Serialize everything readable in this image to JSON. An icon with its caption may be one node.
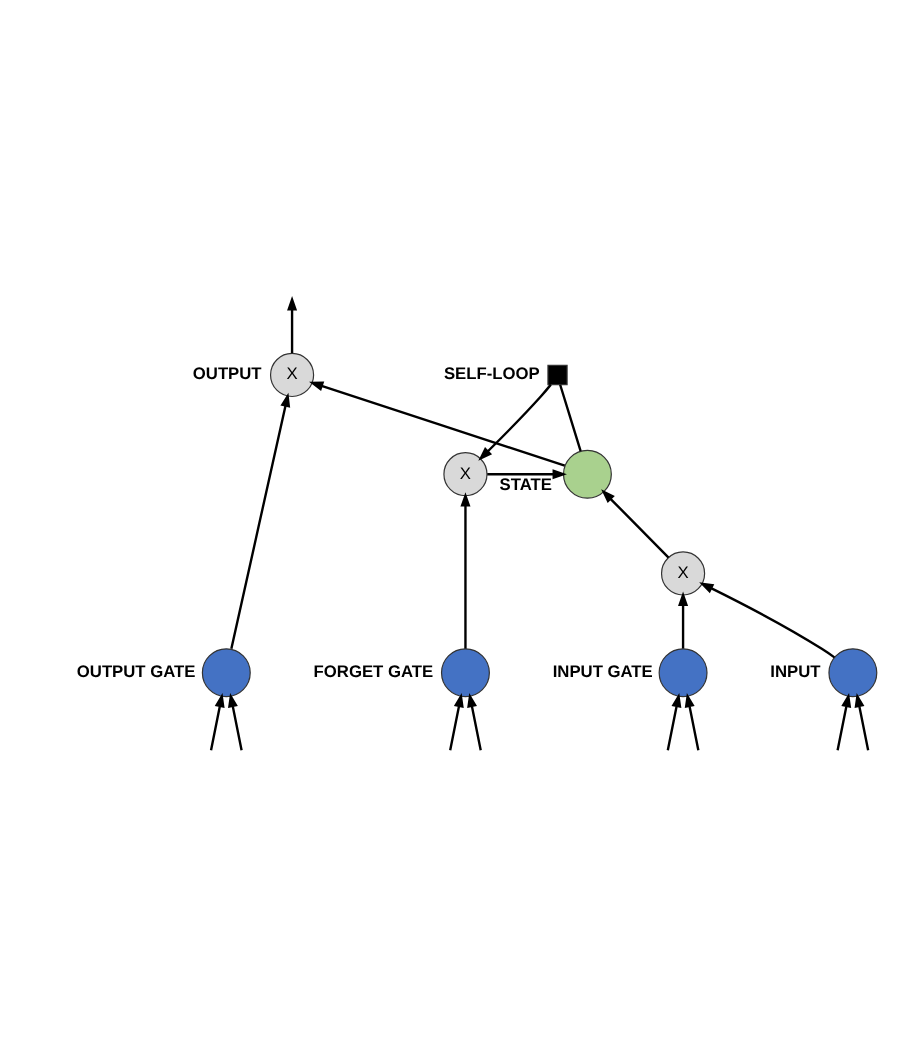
{
  "diagram": {
    "nodes": [
      {
        "text": [
          "X"
        ],
        "beside": [
          "OUTPUT"
        ]
      },
      {
        "text": [],
        "shape": "box",
        "beside": [
          "SELF-LOOP"
        ]
      },
      {
        "text": [
          "X"
        ]
      },
      {
        "text": [],
        "shape": "circle"
      },
      {
        "text": [
          "X"
        ]
      },
      {
        "text": [],
        "shape": "circle",
        "beside": [
          "OUTPUT GATE"
        ]
      },
      {
        "text": [],
        "shape": "circle",
        "beside": [
          "FORGET GATE"
        ]
      },
      {
        "text": [],
        "shape": "circle",
        "beside": [
          "INPUT GATE"
        ]
      },
      {
        "text": [],
        "shape": "circle",
        "beside": [
          "INPUT"
        ]
      }
    ],
    "edges": [
      {
        "from": 5,
        "to": 0,
        "arrow": "to"
      },
      {
        "from": 6,
        "to": 2,
        "arrow": "to"
      },
      {
        "from": 7,
        "to": 4,
        "arrow": "to"
      },
      {
        "from": 8,
        "to": 4,
        "arrow": "to"
      },
      {
        "from": 4,
        "to": 3,
        "arrow": "to"
      },
      {
        "from": 2,
        "to": 3,
        "arrow": "to",
        "label": "STATE"
      },
      {
        "from": 3,
        "to": 1,
        "arrow": "none"
      },
      {
        "from": 1,
        "to": 2,
        "arrow": "to"
      },
      {
        "from": 3,
        "to": 0,
        "arrow": "to"
      },
      {
        "from": 0,
        "to": null,
        "arrow": "to"
      },
      {
        "from": null,
        "to": 5,
        "arrow": "to"
      },
      {
        "from": null,
        "to": 5,
        "arrow": "to"
      },
      {
        "from": null,
        "to": 6,
        "arrow": "to"
      },
      {
        "from": null,
        "to": 6,
        "arrow": "to"
      },
      {
        "from": null,
        "to": 7,
        "arrow": "to"
      },
      {
        "from": null,
        "to": 7,
        "arrow": "to"
      },
      {
        "from": null,
        "to": 8,
        "arrow": "to"
      },
      {
        "from": null,
        "to": 8,
        "arrow": "to"
      }
    ]
  }
}
